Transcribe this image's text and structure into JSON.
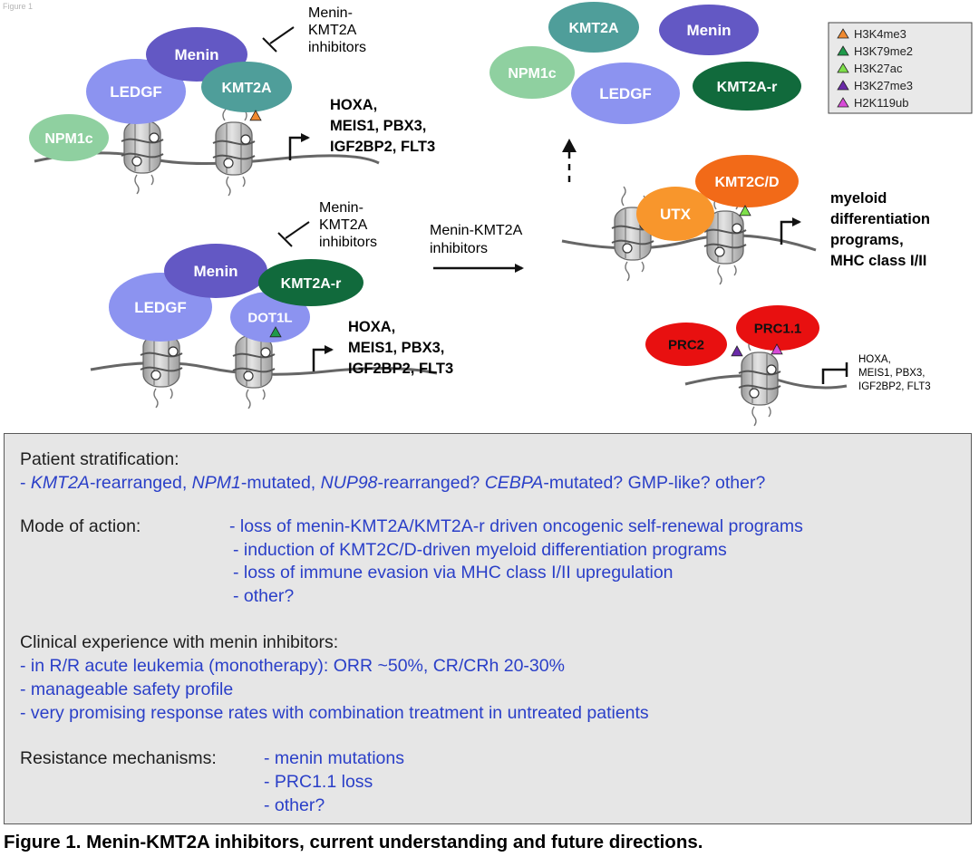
{
  "figure_label": "Figure 1",
  "top_left": {
    "proteins": {
      "npm1c": "NPM1c",
      "ledgf": "LEDGF",
      "menin": "Menin",
      "kmt2a": "KMT2A"
    },
    "inhibitor_label": [
      "Menin-",
      "KMT2A",
      "inhibitors"
    ],
    "target_genes": [
      "HOXA,",
      "MEIS1, PBX3,",
      "IGF2BP2, FLT3"
    ]
  },
  "bottom_left": {
    "proteins": {
      "ledgf": "LEDGF",
      "menin": "Menin",
      "kmt2a_r": "KMT2A-r",
      "dot1l": "DOT1L"
    },
    "inhibitor_label": [
      "Menin-",
      "KMT2A",
      "inhibitors"
    ],
    "target_genes": [
      "HOXA,",
      "MEIS1, PBX3,",
      "IGF2BP2, FLT3"
    ]
  },
  "treatment_arrow_label": [
    "Menin-KMT2A",
    "inhibitors"
  ],
  "released_complex": {
    "kmt2a": "KMT2A",
    "menin": "Menin",
    "npm1c": "NPM1c",
    "ledgf": "LEDGF",
    "kmt2a_r": "KMT2A-r"
  },
  "right_middle": {
    "proteins": {
      "utx": "UTX",
      "kmt2cd": "KMT2C/D"
    },
    "target_genes": [
      "myeloid",
      "differentiation",
      "programs,",
      "MHC class I/II"
    ]
  },
  "bottom_right": {
    "proteins": {
      "prc2": "PRC2",
      "prc11": "PRC1.1"
    },
    "target_genes": [
      "HOXA,",
      "MEIS1, PBX3,",
      "IGF2BP2, FLT3"
    ]
  },
  "legend": [
    {
      "label": "H3K4me3",
      "color": "#f08a30"
    },
    {
      "label": "H3K79me2",
      "color": "#1f9a4a"
    },
    {
      "label": "H3K27ac",
      "color": "#7ee04a"
    },
    {
      "label": "H3K27me3",
      "color": "#6a2aa8"
    },
    {
      "label": "H2K119ub",
      "color": "#d84ad8"
    }
  ],
  "colors": {
    "npm1c": "#8fd0a0",
    "ledgf": "#8c93f0",
    "menin": "#6358c4",
    "kmt2a": "#4f9e9a",
    "kmt2a_r": "#116a3c",
    "dot1l": "#8c93f0",
    "utx": "#f8962c",
    "kmt2cd": "#f26a18",
    "prc": "#e81010",
    "text_blue": "#2a3fc8",
    "box_bg": "#e6e6e6"
  },
  "info": {
    "patient_stratification": {
      "heading": "Patient stratification:",
      "dash": "- ",
      "segments": [
        {
          "text": "KMT2A",
          "italic": true
        },
        {
          "text": "-rearranged, ",
          "italic": false
        },
        {
          "text": "NPM1",
          "italic": true
        },
        {
          "text": "-mutated, ",
          "italic": false
        },
        {
          "text": "NUP98",
          "italic": true
        },
        {
          "text": "-rearranged? ",
          "italic": false
        },
        {
          "text": "CEBPA",
          "italic": true
        },
        {
          "text": "-mutated? GMP-like? other?",
          "italic": false
        }
      ]
    },
    "mode_of_action": {
      "heading": "Mode of action:",
      "items": [
        "- loss of menin-KMT2A/KMT2A-r driven oncogenic self-renewal programs",
        "- induction of KMT2C/D-driven myeloid differentiation programs",
        "- loss of immune evasion via MHC class I/II upregulation",
        "- other?"
      ]
    },
    "clinical_experience": {
      "heading": "Clinical experience with menin inhibitors:",
      "items": [
        "- in R/R acute leukemia (monotherapy): ORR ~50%, CR/CRh 20-30%",
        "- manageable safety profile",
        "- very promising response rates with combination treatment in untreated patients"
      ]
    },
    "resistance": {
      "heading": "Resistance mechanisms:",
      "items": [
        "- menin mutations",
        "- PRC1.1 loss",
        "- other?"
      ]
    }
  },
  "caption": "Figure 1. Menin-KMT2A inhibitors, current understanding and future directions."
}
